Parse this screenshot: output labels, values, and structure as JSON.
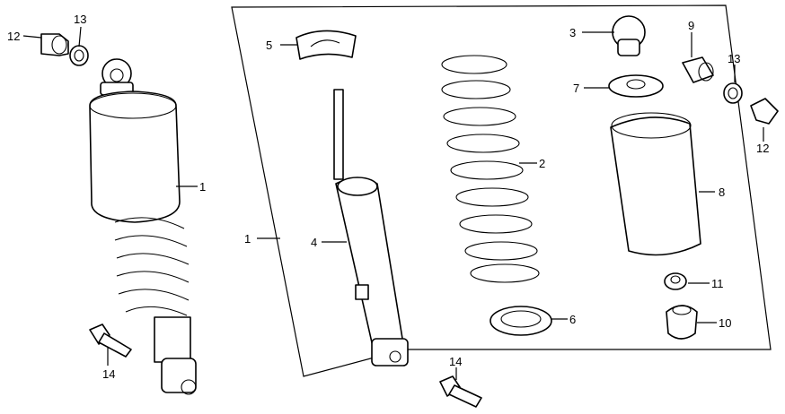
{
  "diagram": {
    "callouts": [
      {
        "id": "c12a",
        "text": "12"
      },
      {
        "id": "c13a",
        "text": "13"
      },
      {
        "id": "c1a",
        "text": "1"
      },
      {
        "id": "c14a",
        "text": "14"
      },
      {
        "id": "c5",
        "text": "5"
      },
      {
        "id": "c1b",
        "text": "1"
      },
      {
        "id": "c4",
        "text": "4"
      },
      {
        "id": "c2",
        "text": "2"
      },
      {
        "id": "c6",
        "text": "6"
      },
      {
        "id": "c14b",
        "text": "14"
      },
      {
        "id": "c3",
        "text": "3"
      },
      {
        "id": "c9",
        "text": "9"
      },
      {
        "id": "c7",
        "text": "7"
      },
      {
        "id": "c13b",
        "text": "13"
      },
      {
        "id": "c12b",
        "text": "12"
      },
      {
        "id": "c8",
        "text": "8"
      },
      {
        "id": "c11",
        "text": "11"
      },
      {
        "id": "c10",
        "text": "10"
      }
    ]
  }
}
